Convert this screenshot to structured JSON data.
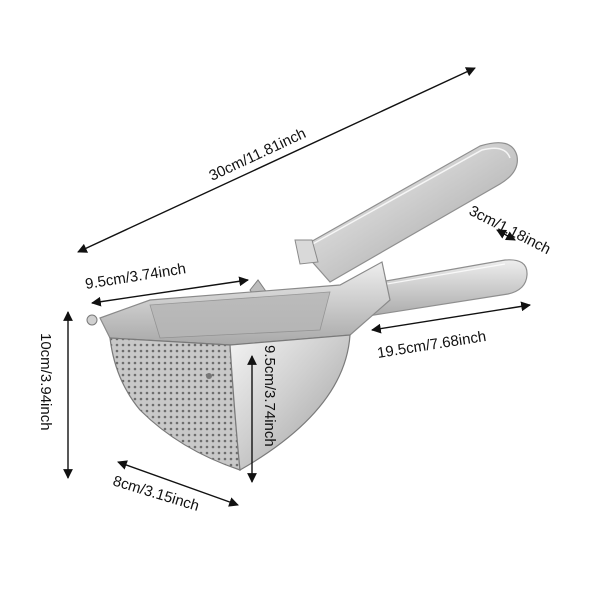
{
  "product": {
    "name_icon": "potato-ricer-icon"
  },
  "dimensions": {
    "total_length": "30cm/11.81inch",
    "basket_width": "9.5cm/3.74inch",
    "handle_width": "3cm/1.18inch",
    "handle_length": "19.5cm/7.68inch",
    "height": "10cm/3.94inch",
    "basket_height": "9.5cm/3.74inch",
    "basket_depth": "8cm/3.15inch"
  },
  "colors": {
    "arrow": "#111111",
    "steel_light": "#e6e6e6",
    "steel_mid": "#c4c4c4",
    "steel_dark": "#8a8a8a"
  }
}
